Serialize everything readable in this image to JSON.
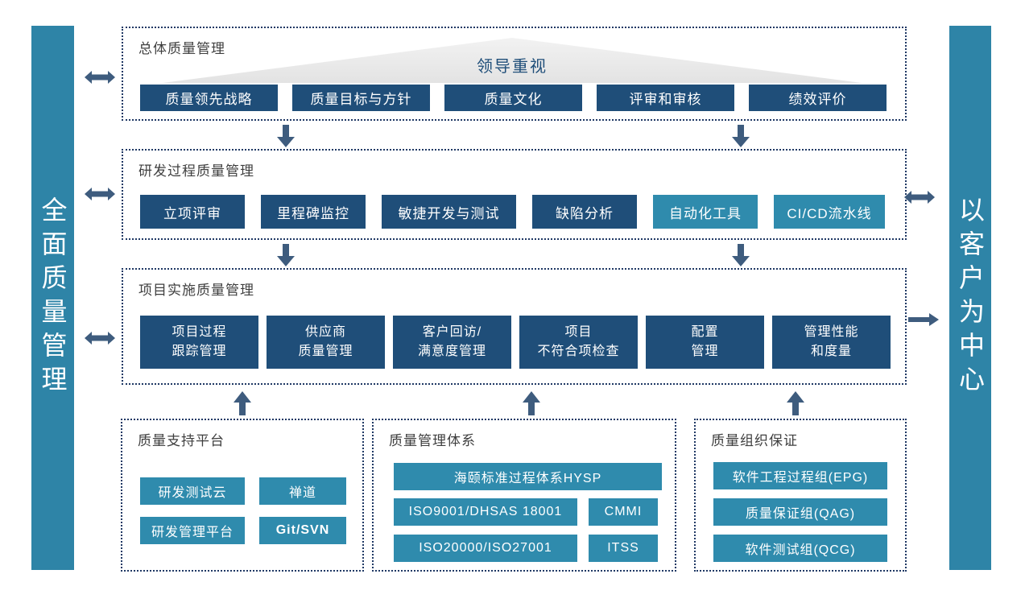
{
  "colors": {
    "banner_teal": "#2E84A7",
    "navy_box": "#1F4E79",
    "teal_box": "#2F8BAD",
    "arrow": "#3E5C7E",
    "dotted_border": "#1F3864",
    "section_title_text": "#3F3F3F",
    "triangle_fill": "#EAEAEA",
    "triangle_text": "#1F4E79"
  },
  "left_bar": {
    "label": "全面质量管理"
  },
  "right_bar": {
    "label": "以客户为中心"
  },
  "section_overall": {
    "title": "总体质量管理",
    "triangle_label": "领导重视",
    "buttons": [
      "质量领先战略",
      "质量目标与方针",
      "质量文化",
      "评审和审核",
      "绩效评价"
    ]
  },
  "section_rd": {
    "title": "研发过程质量管理",
    "buttons": [
      {
        "label": "立项评审",
        "style": "navy"
      },
      {
        "label": "里程碑监控",
        "style": "navy"
      },
      {
        "label": "敏捷开发与测试",
        "style": "navy"
      },
      {
        "label": "缺陷分析",
        "style": "navy"
      },
      {
        "label": "自动化工具",
        "style": "teal"
      },
      {
        "label": "CI/CD流水线",
        "style": "teal"
      }
    ]
  },
  "section_project": {
    "title": "项目实施质量管理",
    "buttons": [
      {
        "line1": "项目过程",
        "line2": "跟踪管理"
      },
      {
        "line1": "供应商",
        "line2": "质量管理"
      },
      {
        "line1": "客户回访/",
        "line2": "满意度管理"
      },
      {
        "line1": "项目",
        "line2": "不符合项检查"
      },
      {
        "line1": "配置",
        "line2": "管理"
      },
      {
        "line1": "管理性能",
        "line2": "和度量"
      }
    ]
  },
  "box_platform": {
    "title": "质量支持平台",
    "buttons": [
      {
        "label": "研发测试云",
        "bold": false
      },
      {
        "label": "禅道",
        "bold": false
      },
      {
        "label": "研发管理平台",
        "bold": false
      },
      {
        "label": "Git/SVN",
        "bold": true
      }
    ]
  },
  "box_system": {
    "title": "质量管理体系",
    "wide_button": "海颐标准过程体系HYSP",
    "rows": [
      {
        "left": "ISO9001/DHSAS 18001",
        "right": "CMMI"
      },
      {
        "left": "ISO20000/ISO27001",
        "right": "ITSS"
      }
    ]
  },
  "box_org": {
    "title": "质量组织保证",
    "buttons": [
      "软件工程过程组(EPG)",
      "质量保证组(QAG)",
      "软件测试组(QCG)"
    ]
  }
}
